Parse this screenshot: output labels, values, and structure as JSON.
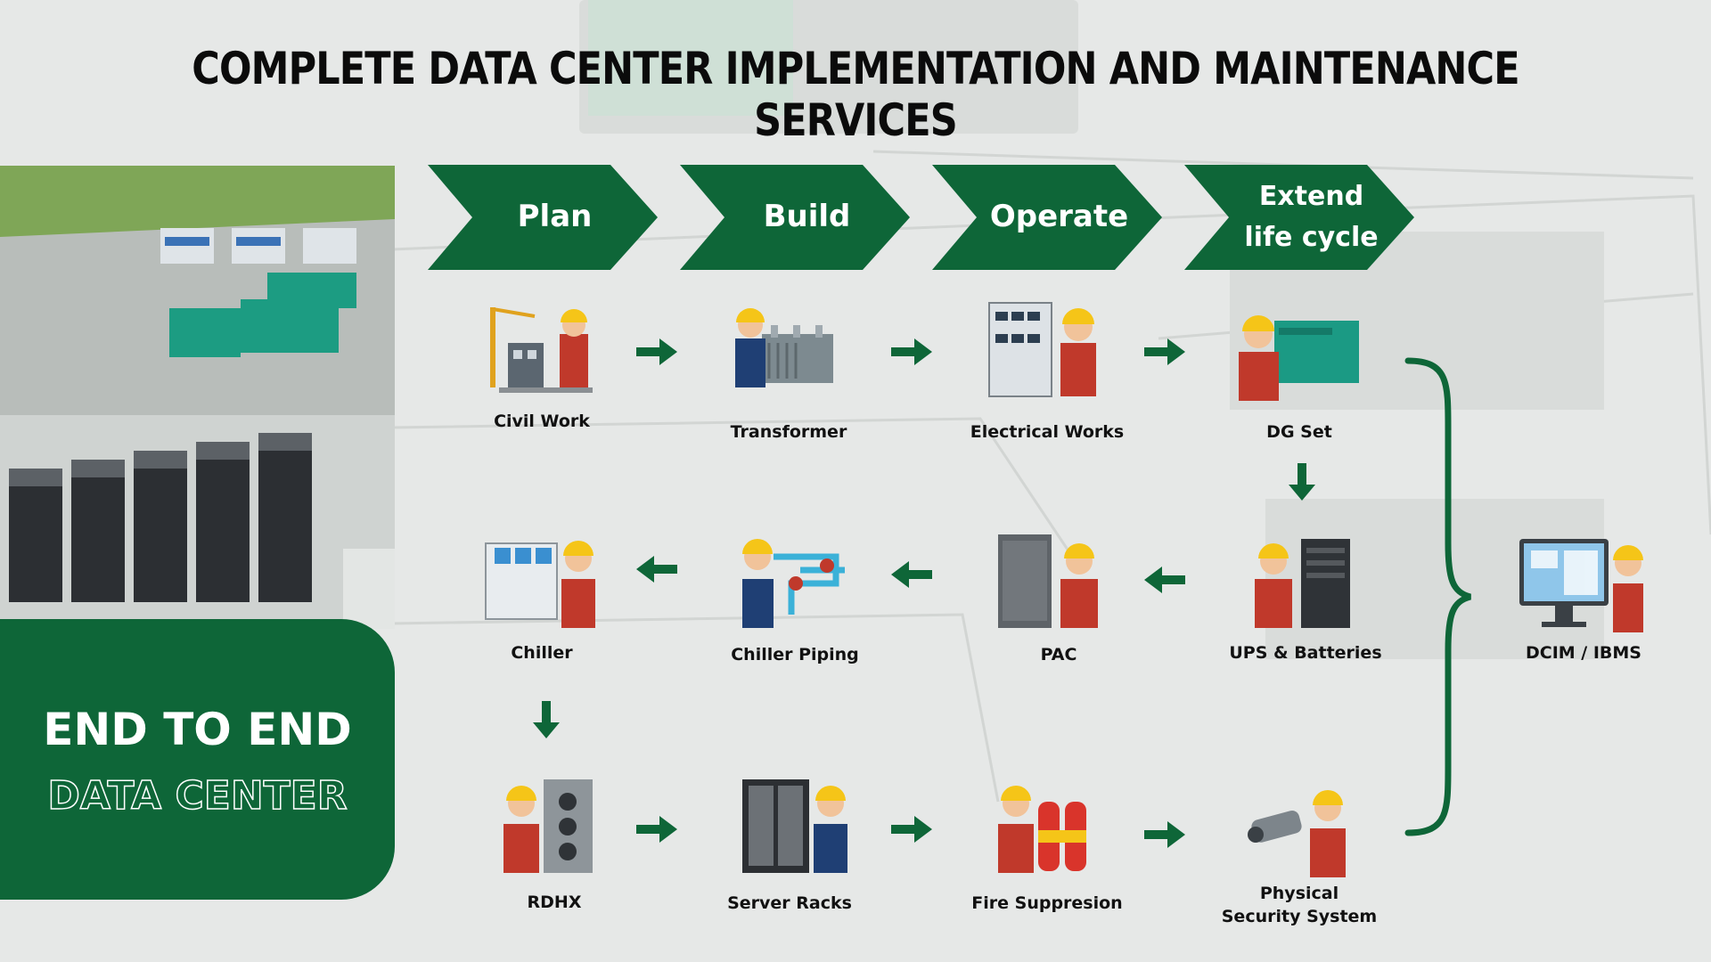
{
  "title": "COMPLETE DATA CENTER IMPLEMENTATION AND MAINTENANCE SERVICES",
  "badge": {
    "line1": "END TO END",
    "line2": "DATA CENTER"
  },
  "phases": [
    "Plan",
    "Build",
    "Operate",
    "Extend\nlife cycle"
  ],
  "services": {
    "civil_work": "Civil Work",
    "transformer": "Transformer",
    "electrical_works": "Electrical Works",
    "dg_set": "DG Set",
    "ups": "UPS & Batteries",
    "pac": "PAC",
    "chiller_piping": "Chiller Piping",
    "chiller": "Chiller",
    "rdhx": "RDHX",
    "server_racks": "Server Racks",
    "fire_suppression": "Fire Suppresion",
    "physical_security": "Physical\nSecurity System",
    "dcim": "DCIM / IBMS"
  },
  "colors": {
    "accent": "#0e6638",
    "background": "#e6e8e7",
    "text": "#111111",
    "helmet": "#f5c518"
  }
}
